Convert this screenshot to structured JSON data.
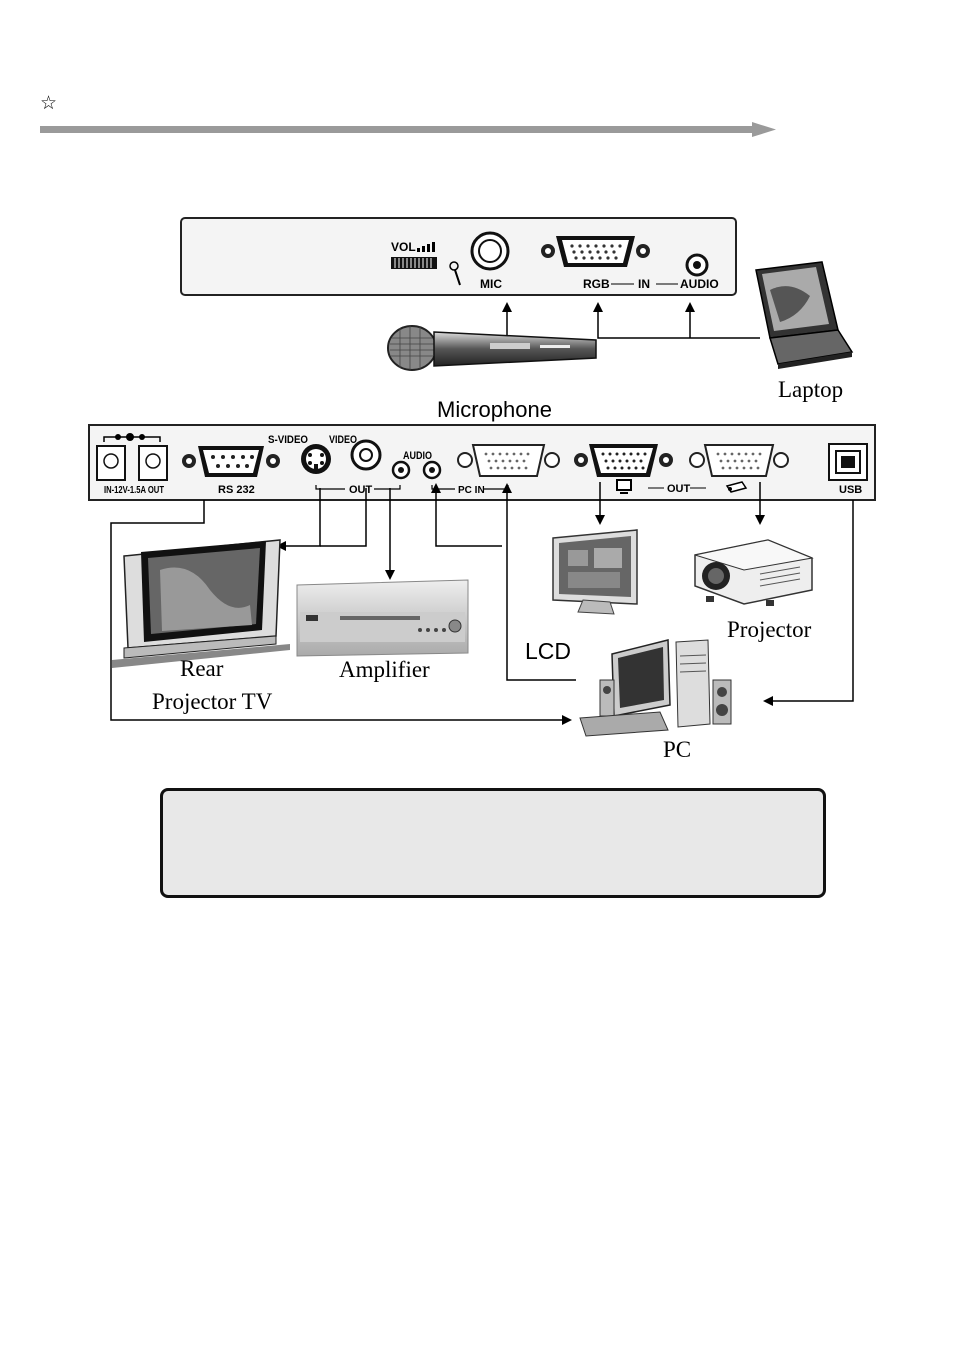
{
  "header": {
    "star": "☆"
  },
  "top_panel": {
    "vol": "VOL",
    "mic": "MIC",
    "rgb": "RGB",
    "in": "IN",
    "audio": "AUDIO"
  },
  "bottom_panel": {
    "power": "IN-12V-1.5A OUT",
    "rs232": "RS 232",
    "svideo": "S-VIDEO",
    "video": "VIDEO",
    "audio": "AUDIO",
    "out": "OUT",
    "pcin": "PC IN",
    "out2": "OUT",
    "usb": "USB"
  },
  "devices": {
    "laptop": "Laptop",
    "microphone": "Microphone",
    "rear": "Rear",
    "projector_tv": "Projector TV",
    "amplifier": "Amplifier",
    "lcd": "LCD",
    "projector": "Projector",
    "pc": "PC"
  },
  "colors": {
    "rule": "#9a9a9a",
    "note_bg": "#e8e8e8",
    "panel_fill": "#f4f4f4"
  }
}
